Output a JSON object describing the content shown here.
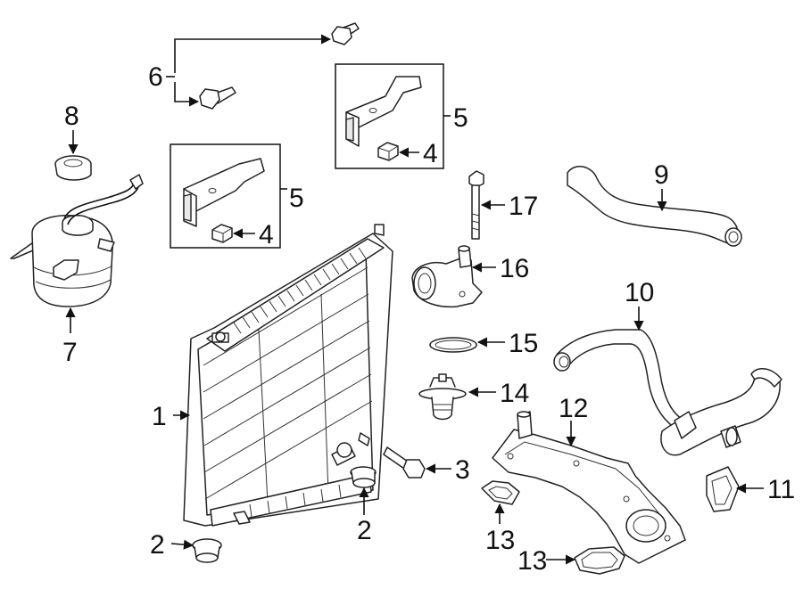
{
  "callouts": {
    "c1": "1",
    "c2a": "2",
    "c2b": "2",
    "c3": "3",
    "c4a": "4",
    "c4b": "4",
    "c5a": "5",
    "c5b": "5",
    "c6": "6",
    "c7": "7",
    "c8": "8",
    "c9": "9",
    "c10": "10",
    "c11": "11",
    "c12": "12",
    "c13a": "13",
    "c13b": "13",
    "c14": "14",
    "c15": "15",
    "c16": "16",
    "c17": "17"
  },
  "colors": {
    "line": "#111111",
    "background": "#ffffff"
  }
}
